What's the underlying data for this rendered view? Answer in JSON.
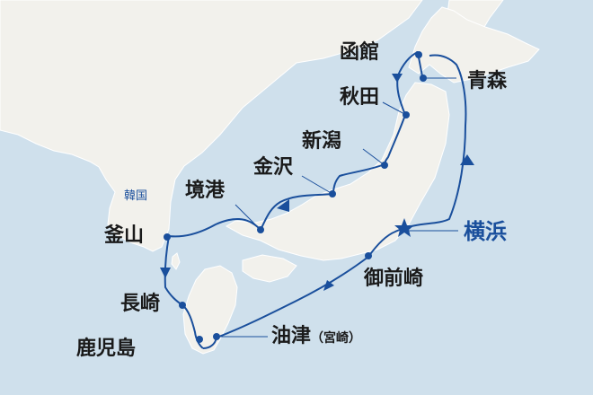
{
  "map": {
    "route_color": "#1a4f9c",
    "sea_color": "#cfe0ec",
    "land_color": "#f2f1ec",
    "country_label": "韓国",
    "home_port": {
      "name": "横浜",
      "icon": "star-icon"
    },
    "ports": [
      {
        "id": "hakodate",
        "name": "函館"
      },
      {
        "id": "aomori",
        "name": "青森"
      },
      {
        "id": "akita",
        "name": "秋田"
      },
      {
        "id": "niigata",
        "name": "新潟"
      },
      {
        "id": "kanazawa",
        "name": "金沢"
      },
      {
        "id": "sakaiminato",
        "name": "境港"
      },
      {
        "id": "busan",
        "name": "釜山"
      },
      {
        "id": "nagasaki",
        "name": "長崎"
      },
      {
        "id": "kagoshima",
        "name": "鹿児島"
      },
      {
        "id": "aburatsu",
        "name": "油津",
        "note": "（宮崎）"
      },
      {
        "id": "omaezaki",
        "name": "御前崎"
      }
    ]
  }
}
